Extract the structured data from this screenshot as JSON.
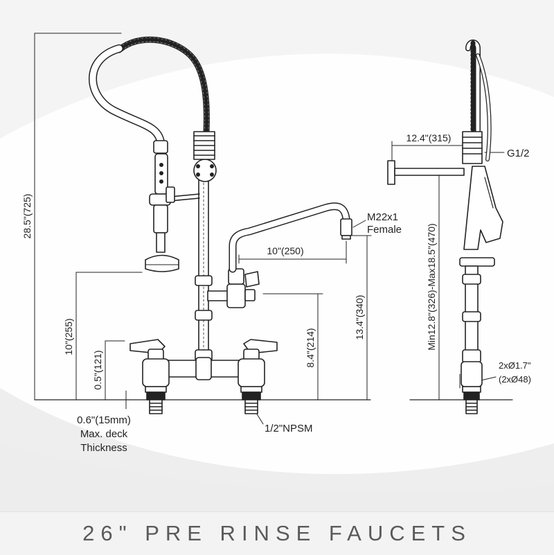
{
  "title": "26\" PRE RINSE FAUCETS",
  "dimensions": {
    "overall_height": "28.5\"(725)",
    "sprayer_height": "10\"(255)",
    "handle_height": "0.5\"(121)",
    "spout_height": "8.4\"(214)",
    "spout_outlet_height": "13.4\"(340)",
    "spout_reach": "10\"(250)",
    "wall_bracket": "12.4\"(315)",
    "adjustable_height": "Min12.8\"(326)-Max18.5\"(470)",
    "inlet_holes_line1": "2xØ1.7\"",
    "inlet_holes_line2": "(2xØ48)"
  },
  "callouts": {
    "outlet_thread_line1": "M22x1",
    "outlet_thread_line2": "Female",
    "inlet_thread": "G1/2",
    "shank_thread": "1/2\"NPSM",
    "deck_line1": "0.6\"(15mm)",
    "deck_line2": "Max. deck",
    "deck_line3": "Thickness"
  },
  "colors": {
    "line": "#222222",
    "background": "#f6f6f6",
    "title": "#5a5a5a"
  }
}
